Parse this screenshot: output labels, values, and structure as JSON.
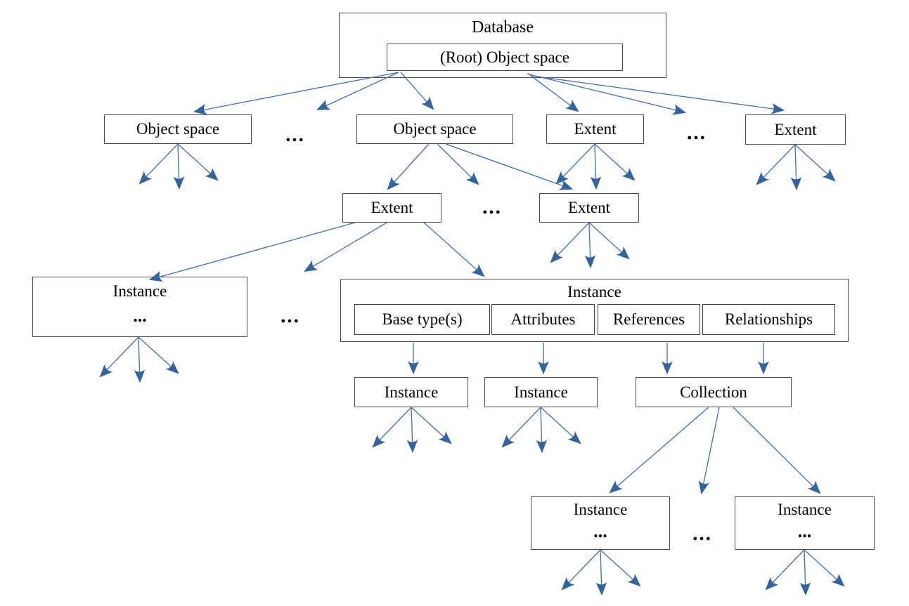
{
  "colors": {
    "arrow_fill": "#35639e",
    "line_stroke": "#4472b0",
    "box_border": "#4d4d4d",
    "text": "#000000"
  },
  "diagram": {
    "database": {
      "title": "Database",
      "root_label": "(Root) Object space"
    },
    "level2": {
      "object_space_left": "Object space",
      "ellipsis_left": "...",
      "object_space_mid": "Object space",
      "extent_left": "Extent",
      "ellipsis_right": "...",
      "extent_right": "Extent"
    },
    "level3": {
      "extent_left": "Extent",
      "ellipsis": "...",
      "extent_right": "Extent"
    },
    "level4": {
      "instance_summary": {
        "title": "Instance",
        "ellipsis": "..."
      },
      "ellipsis": "...",
      "instance_detail": {
        "title": "Instance",
        "cells": [
          "Base type(s)",
          "Attributes",
          "References",
          "Relationships"
        ]
      }
    },
    "level5": {
      "instance_left": "Instance",
      "instance_mid": "Instance",
      "collection": "Collection"
    },
    "level6": {
      "instance_left": {
        "title": "Instance",
        "ellipsis": "..."
      },
      "ellipsis": "...",
      "instance_right": {
        "title": "Instance",
        "ellipsis": "..."
      }
    }
  }
}
